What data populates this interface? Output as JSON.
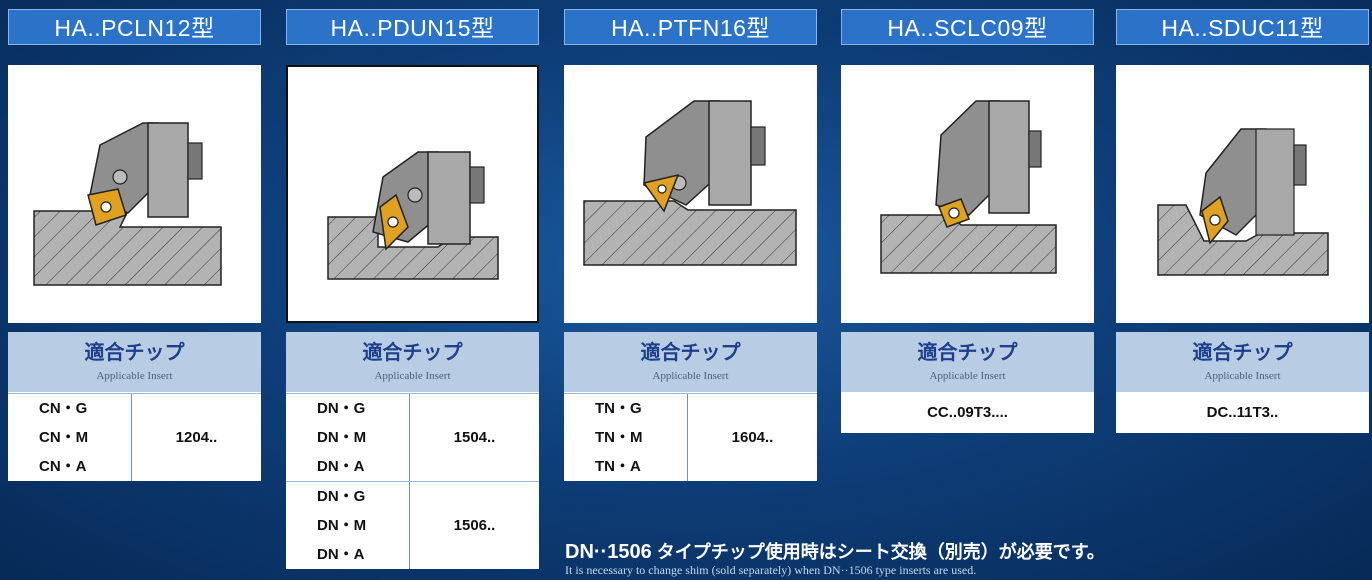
{
  "columns": [
    {
      "title": "HA..PCLN12型",
      "insert_label_jp": "適合チップ",
      "insert_label_en": "Applicable Insert",
      "groups": [
        {
          "types": [
            "CN・G",
            "CN・M",
            "CN・A"
          ],
          "size": "1204.."
        }
      ]
    },
    {
      "title": "HA..PDUN15型",
      "insert_label_jp": "適合チップ",
      "insert_label_en": "Applicable Insert",
      "groups": [
        {
          "types": [
            "DN・G",
            "DN・M",
            "DN・A"
          ],
          "size": "1504.."
        },
        {
          "types": [
            "DN・G",
            "DN・M",
            "DN・A"
          ],
          "size": "1506.."
        }
      ]
    },
    {
      "title": "HA..PTFN16型",
      "insert_label_jp": "適合チップ",
      "insert_label_en": "Applicable Insert",
      "groups": [
        {
          "types": [
            "TN・G",
            "TN・M",
            "TN・A"
          ],
          "size": "1604.."
        }
      ]
    },
    {
      "title": "HA..SCLC09型",
      "insert_label_jp": "適合チップ",
      "insert_label_en": "Applicable Insert",
      "single": "CC..09T3...."
    },
    {
      "title": "HA..SDUC11型",
      "insert_label_jp": "適合チップ",
      "insert_label_en": "Applicable Insert",
      "single": "DC..11T3.."
    }
  ],
  "note": {
    "jp_prefix": "DN··1506",
    "jp_text": " タイプチップ使用時はシート交換（別売）が必要です。",
    "en_text": "It is necessary to change shim (sold separately) when DN··1506 type inserts are used."
  },
  "colors": {
    "title_bg": "#2b73c9",
    "header_bg": "#b8cde4",
    "header_text": "#1e3f8c",
    "insert_gold": "#e0a020"
  }
}
